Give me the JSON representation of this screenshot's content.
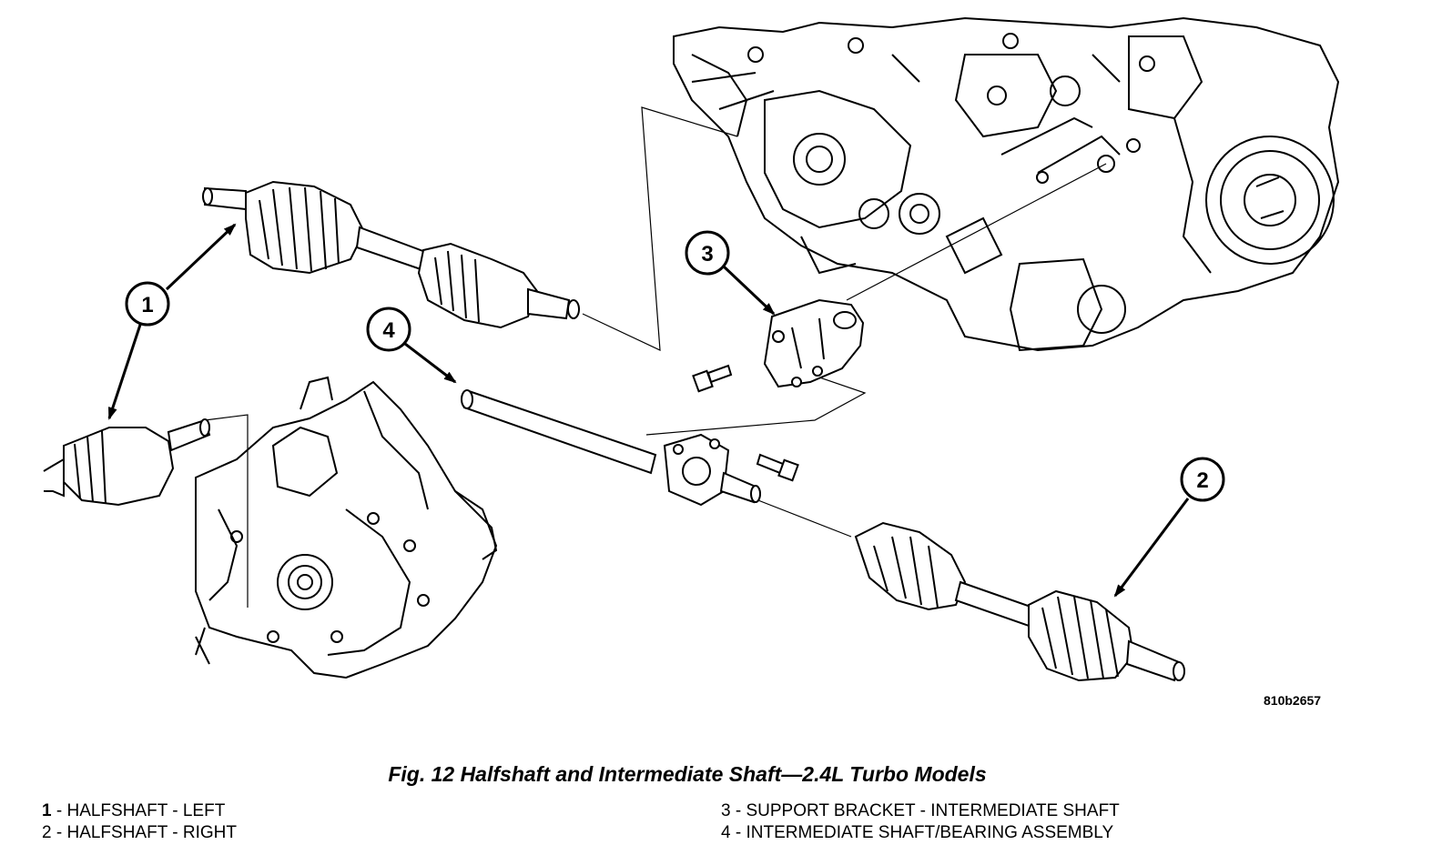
{
  "reference_code": "810b2657",
  "caption": "Fig. 12 Halfshaft and Intermediate Shaft—2.4L Turbo Models",
  "callouts": [
    {
      "number": "1",
      "label": "HALFSHAFT - LEFT"
    },
    {
      "number": "2",
      "label": "HALFSHAFT - RIGHT"
    },
    {
      "number": "3",
      "label": "SUPPORT BRACKET - INTERMEDIATE SHAFT"
    },
    {
      "number": "4",
      "label": "INTERMEDIATE SHAFT/BEARING ASSEMBLY"
    }
  ],
  "legend": [
    {
      "number": "1",
      "sep": " - ",
      "label": "HALFSHAFT - LEFT"
    },
    {
      "number": "2",
      "sep": " - ",
      "label": "HALFSHAFT - RIGHT"
    },
    {
      "number": "3",
      "sep": " - ",
      "label": "SUPPORT BRACKET - INTERMEDIATE SHAFT"
    },
    {
      "number": "4",
      "sep": " - ",
      "label": "INTERMEDIATE SHAFT/BEARING ASSEMBLY"
    }
  ]
}
